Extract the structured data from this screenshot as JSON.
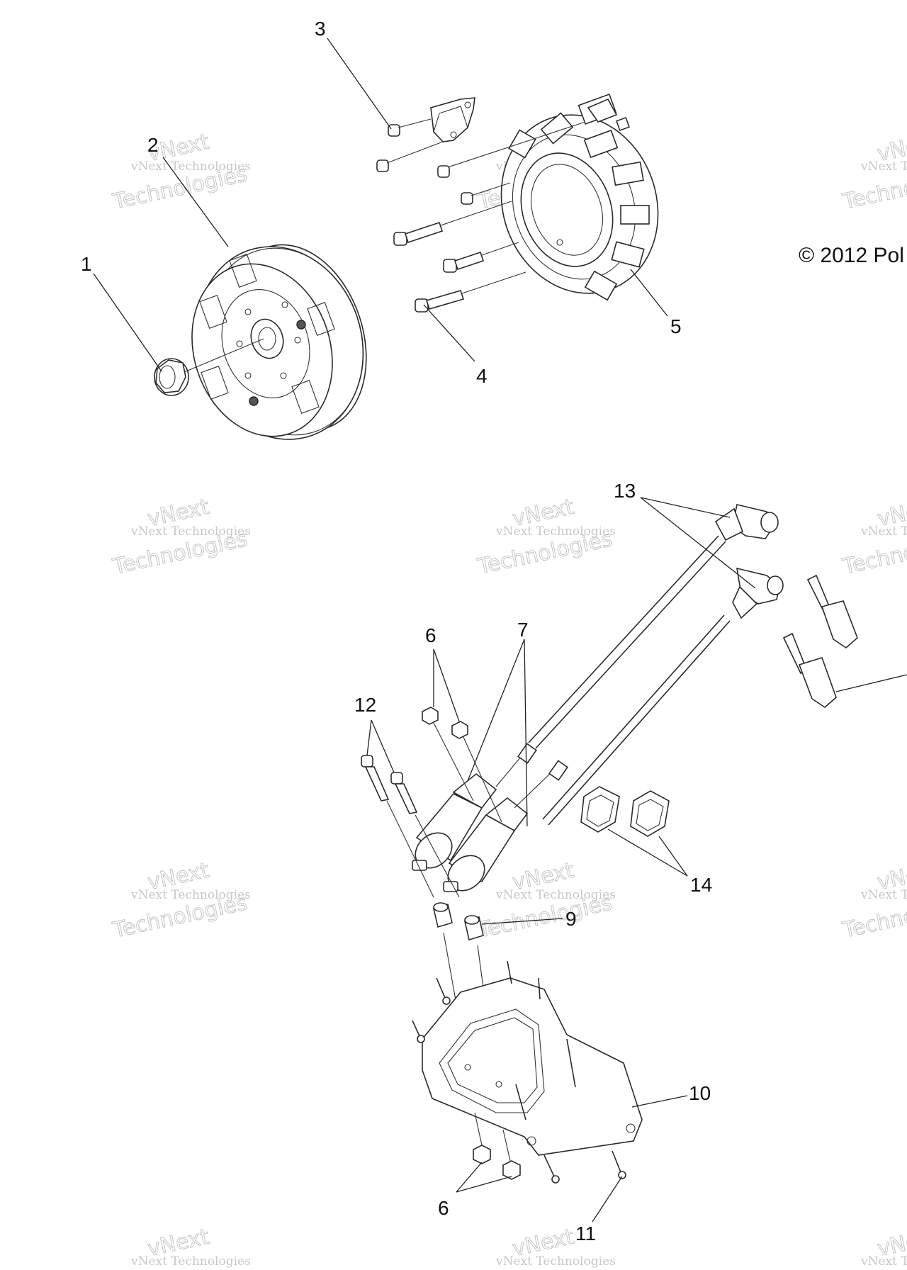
{
  "callouts": [
    "1",
    "2",
    "3",
    "4",
    "5",
    "6",
    "7",
    "9",
    "10",
    "11",
    "12",
    "13",
    "14",
    "6"
  ],
  "copyright": "© 2012 Pol",
  "watermark_small": "vNext Technologies",
  "watermark_big_top": "vNext",
  "watermark_big_bottom": "Technologies"
}
